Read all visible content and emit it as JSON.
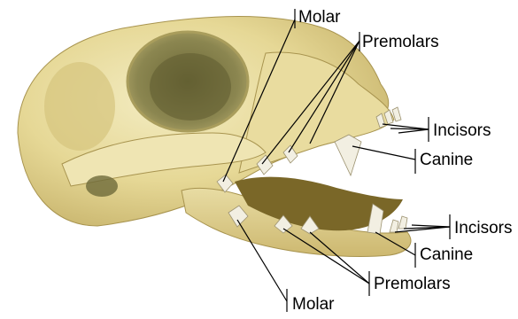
{
  "labels": {
    "molar_top": "Molar",
    "premolars_top": "Premolars",
    "incisors_top": "Incisors",
    "canine_top": "Canine",
    "incisors_bottom": "Incisors",
    "canine_bottom": "Canine",
    "premolars_bottom": "Premolars",
    "molar_bottom": "Molar"
  },
  "colors": {
    "bone_light": "#efe6b4",
    "bone_mid": "#e2d48f",
    "bone_shadow": "#b9a761",
    "orbit_dark": "#8f8a4f",
    "orbit_deep": "#5e5b2f",
    "tooth": "#f2efe2",
    "jaw_inner": "#7a6728",
    "line": "#000000"
  }
}
